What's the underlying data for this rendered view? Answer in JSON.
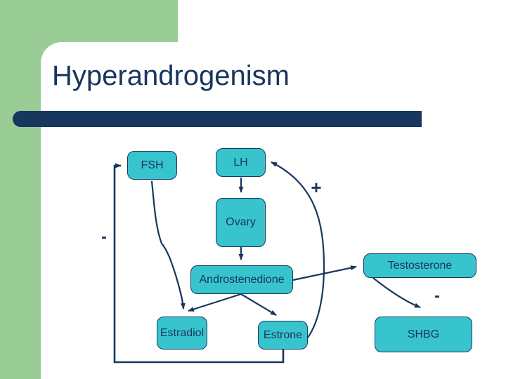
{
  "slide": {
    "title": "Hyperandrogenism"
  },
  "colors": {
    "sidebar_green": "#9ACC96",
    "title_bar_navy": "#17375E",
    "node_fill_turquoise": "#38C4CC",
    "node_border_navy": "#17375E",
    "text_navy": "#17365D",
    "background": "#FFFFFF"
  },
  "diagram": {
    "nodes": {
      "fsh": {
        "label": "FSH"
      },
      "lh": {
        "label": "LH"
      },
      "ovary": {
        "label": "Ovary"
      },
      "androstenedione": {
        "label": "Androstenedione"
      },
      "testosterone": {
        "label": "Testosterone"
      },
      "estradiol": {
        "label": "Estradiol"
      },
      "estrone": {
        "label": "Estrone"
      },
      "shbg": {
        "label": "SHBG"
      }
    },
    "signs": {
      "plus_on_lh_feedback": {
        "label": "+"
      },
      "minus_on_fsh_feedback": {
        "label": "-"
      },
      "minus_on_shbg_arrow": {
        "label": "-"
      }
    }
  }
}
